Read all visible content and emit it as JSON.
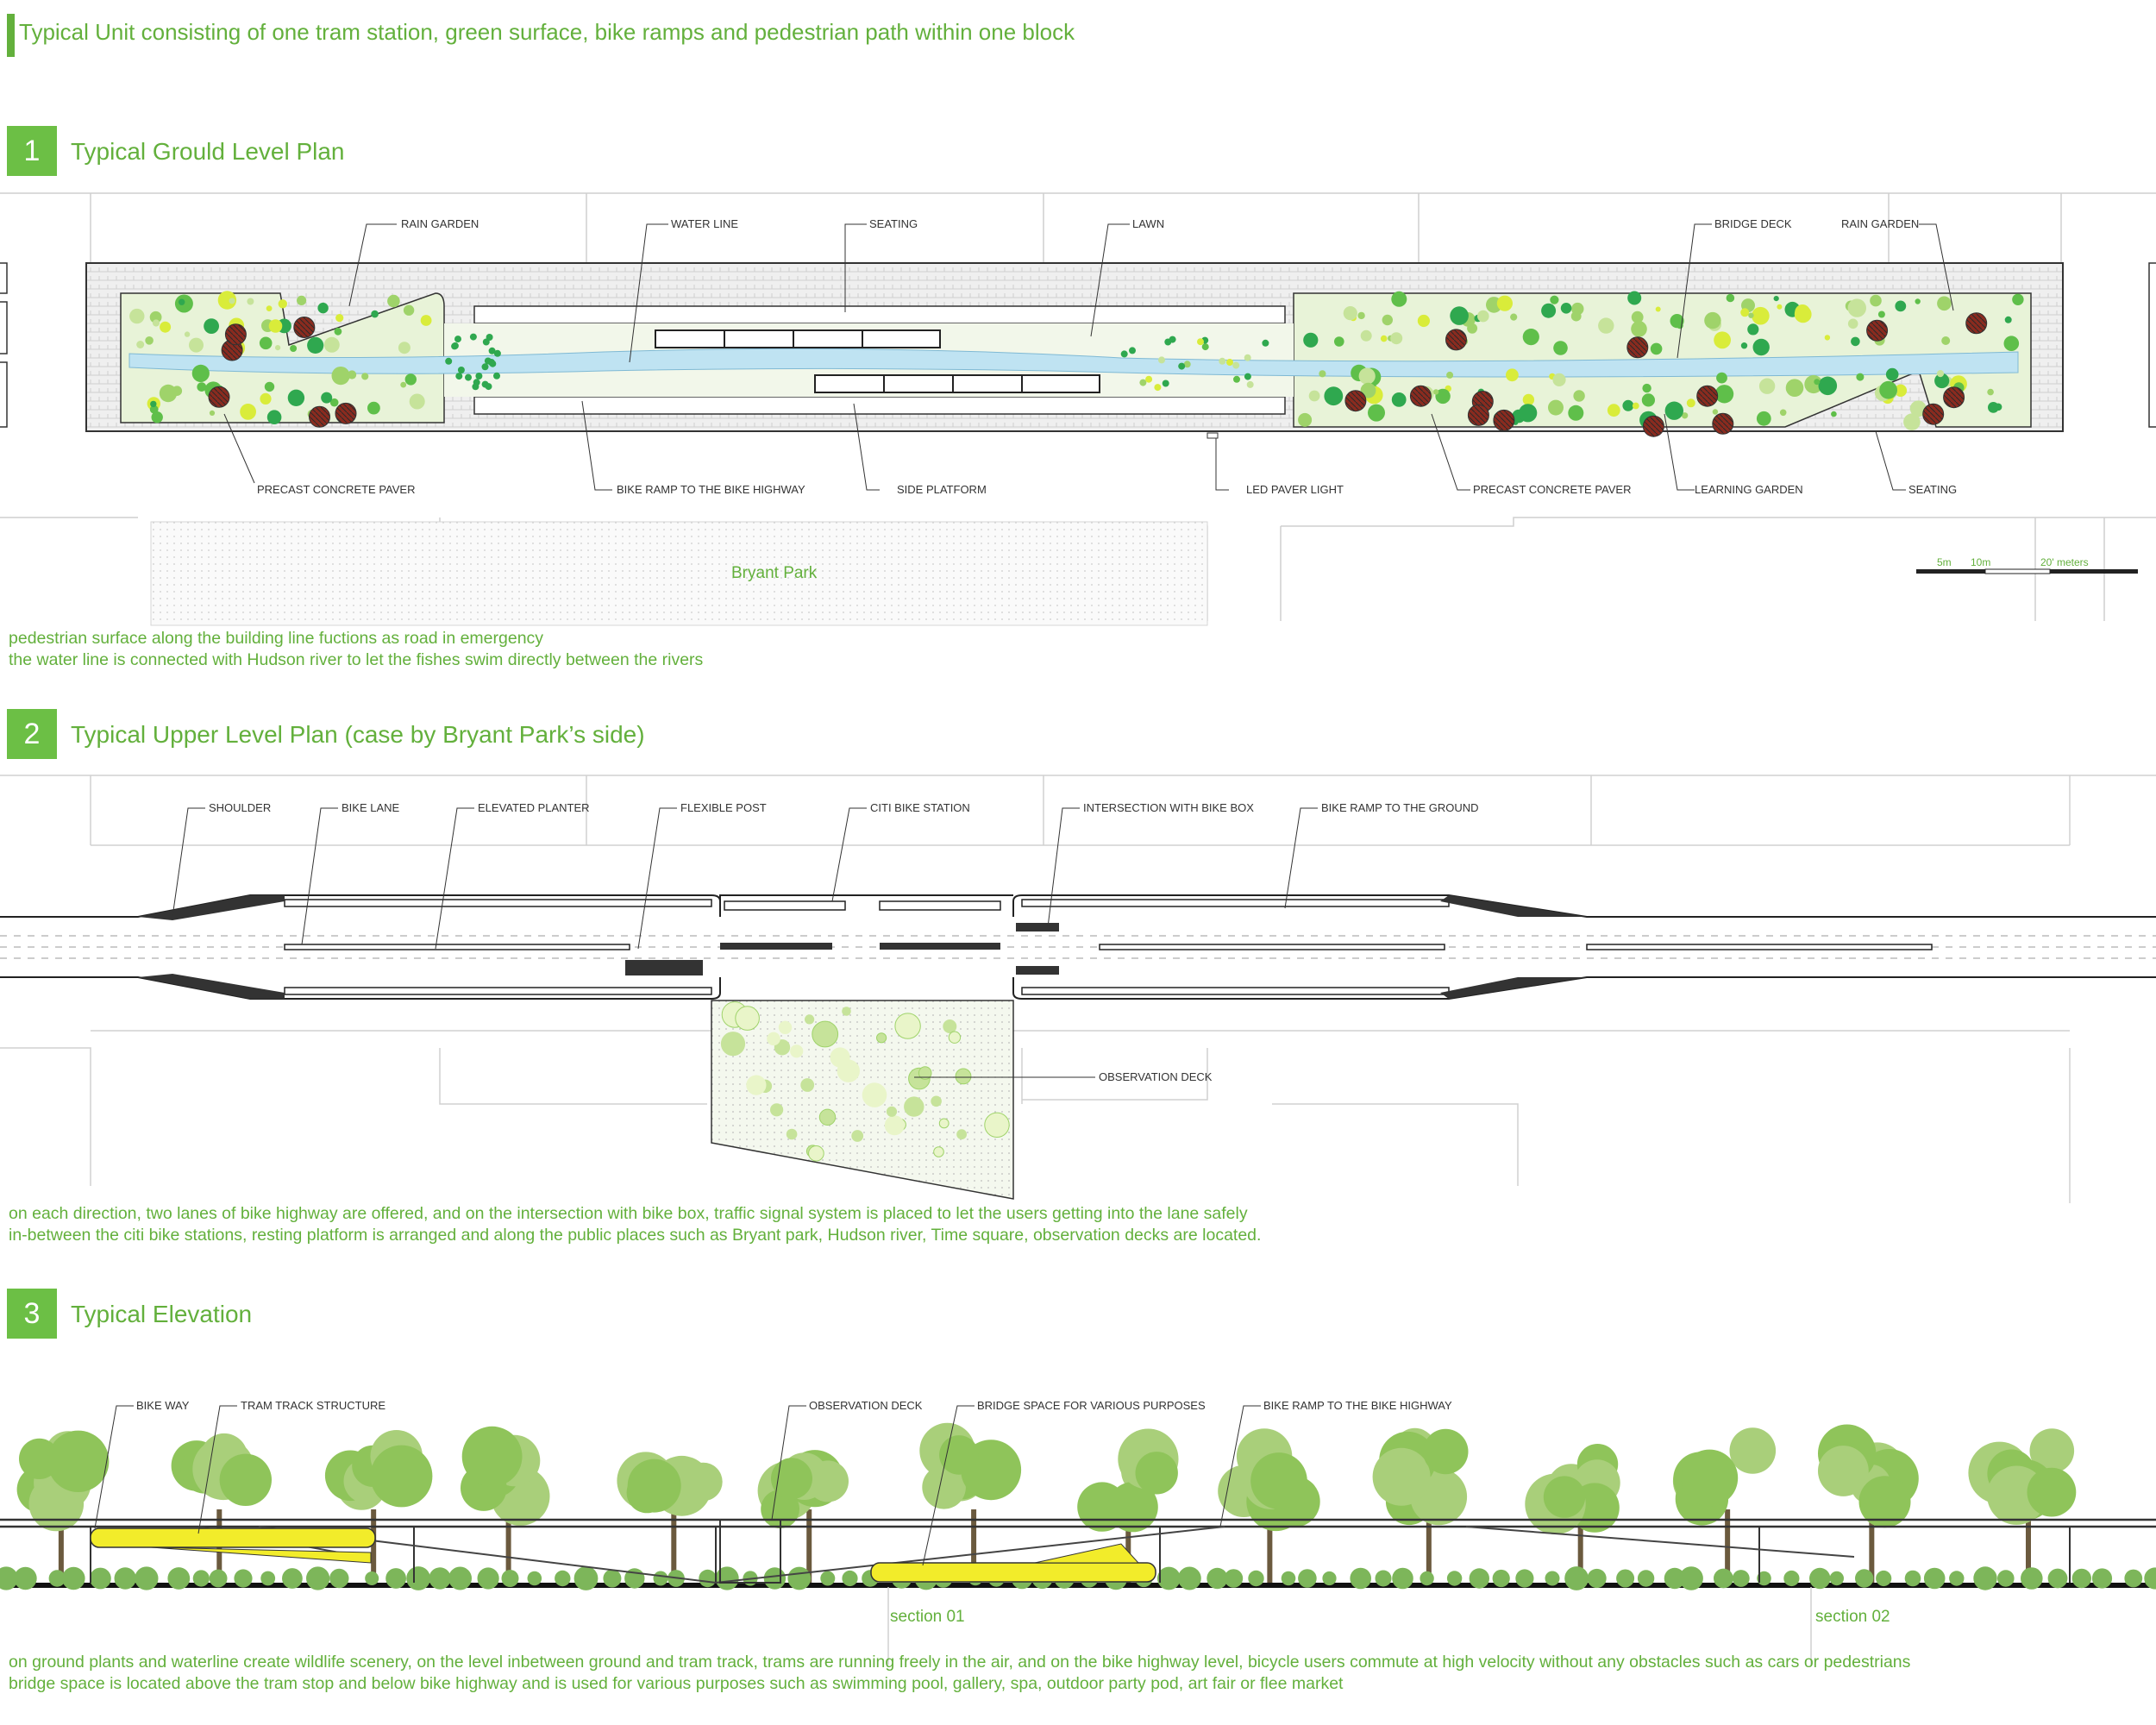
{
  "header": {
    "title": "Typical Unit consisting of one tram station, green surface, bike ramps and pedestrian path within one block"
  },
  "section1": {
    "number": "1",
    "title": "Typical Grould Level Plan",
    "labels": {
      "rain_garden_left": "RAIN GARDEN",
      "water_line": "WATER LINE",
      "seating_top": "SEATING",
      "lawn": "LAWN",
      "bridge_deck": "BRIDGE DECK",
      "rain_garden_right": "RAIN GARDEN",
      "precast_left": "PRECAST CONCRETE PAVER",
      "bike_ramp": "BIKE RAMP TO THE BIKE HIGHWAY",
      "side_platform": "SIDE PLATFORM",
      "led_light": "LED PAVER LIGHT",
      "precast_right": "PRECAST CONCRETE PAVER",
      "learning_garden": "LEARNING GARDEN",
      "seating_bottom": "SEATING"
    },
    "park_label": "Bryant Park",
    "scale": {
      "s1": "5m",
      "s2": "10m",
      "s3": "20' meters"
    },
    "notes": [
      "pedestrian surface along the building line fuctions as road in emergency",
      "the water line is connected with Hudson river to let the fishes swim directly between the rivers"
    ]
  },
  "section2": {
    "number": "2",
    "title": "Typical Upper Level Plan (case by Bryant Park’s side)",
    "labels": {
      "shoulder": "SHOULDER",
      "bike_lane": "BIKE LANE",
      "elevated_planter": "ELEVATED PLANTER",
      "flexible_post": "FLEXIBLE POST",
      "citi_bike": "CITI BIKE STATION",
      "intersection": "INTERSECTION WITH BIKE BOX",
      "bike_ramp_ground": "BIKE RAMP TO THE GROUND",
      "observation_deck": "OBSERVATION DECK"
    },
    "notes": [
      "on each direction, two lanes of bike highway are offered, and on the intersection with bike box, traffic signal system is placed to let the users getting into the lane safely",
      "in-between the citi bike stations, resting platform is arranged and along the public places such as Bryant park, Hudson river, Time square, observation decks are located."
    ]
  },
  "section3": {
    "number": "3",
    "title": "Typical Elevation",
    "labels": {
      "bike_way": "BIKE WAY",
      "tram_track": "TRAM TRACK STRUCTURE",
      "observation_deck": "OBSERVATION DECK",
      "bridge_space": "BRIDGE SPACE FOR VARIOUS PURPOSES",
      "bike_ramp": "BIKE RAMP TO THE BIKE HIGHWAY"
    },
    "section_marks": [
      "section 01",
      "section 02"
    ],
    "notes": [
      "on ground plants and waterline create wildlife scenery, on the level inbetween ground and tram track, trams are running freely in the air, and on the bike highway level, bicycle users commute at high velocity without any obstacles such as cars or pedestrians",
      "bridge space is located above the tram stop and below bike highway and is used for various purposes such as swimming pool, gallery, spa, outdoor party pod, art fair or flee market"
    ]
  },
  "colors": {
    "accent_green": "#63b03c",
    "water_blue": "#bfe3f2",
    "tram_yellow": "#f2ec2a",
    "tree_green": "#8fc45a"
  }
}
